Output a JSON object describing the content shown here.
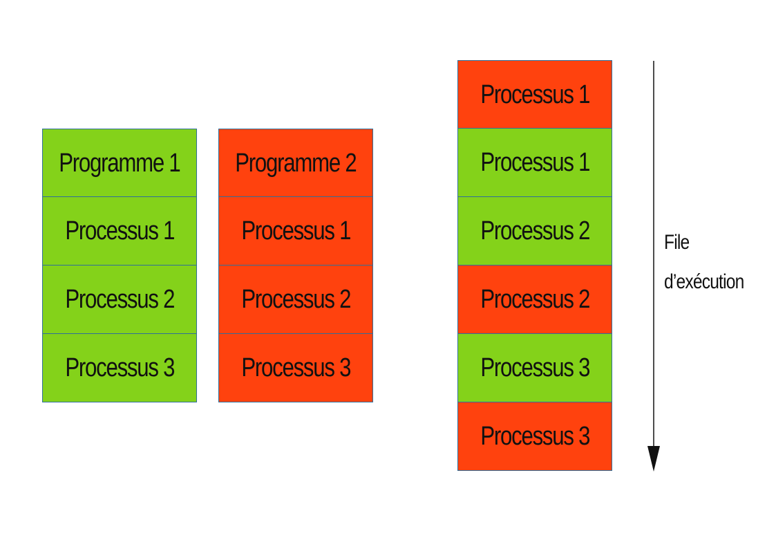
{
  "colors": {
    "green": "#84d21a",
    "red": "#ff420e",
    "border": "#2f6e9a",
    "text": "#111111"
  },
  "program_1": {
    "cells": [
      {
        "label": "Programme 1",
        "color": "green"
      },
      {
        "label": "Processus 1",
        "color": "green"
      },
      {
        "label": "Processus 2",
        "color": "green"
      },
      {
        "label": "Processus 3",
        "color": "green"
      }
    ]
  },
  "program_2": {
    "cells": [
      {
        "label": "Programme 2",
        "color": "red"
      },
      {
        "label": "Processus 1",
        "color": "red"
      },
      {
        "label": "Processus 2",
        "color": "red"
      },
      {
        "label": "Processus 3",
        "color": "red"
      }
    ]
  },
  "execution_queue": {
    "cells": [
      {
        "label": "Processus 1",
        "color": "red"
      },
      {
        "label": "Processus 1",
        "color": "green"
      },
      {
        "label": "Processus 2",
        "color": "green"
      },
      {
        "label": "Processus 2",
        "color": "red"
      },
      {
        "label": "Processus 3",
        "color": "green"
      },
      {
        "label": "Processus 3",
        "color": "red"
      }
    ]
  },
  "arrow_caption": {
    "line_1": "File",
    "line_2": "d’exécution"
  }
}
